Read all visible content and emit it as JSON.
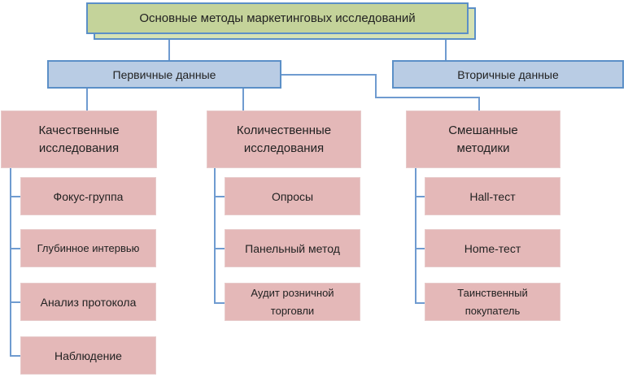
{
  "root": {
    "label": "Основные методы маркетинговых исследований"
  },
  "data_types": [
    {
      "label": "Первичные данные"
    },
    {
      "label": "Вторичные данные"
    }
  ],
  "categories": [
    {
      "label": "Качественные исследования",
      "items": [
        "Фокус-группа",
        "Глубинное интервью",
        "Анализ протокола",
        "Наблюдение"
      ]
    },
    {
      "label": "Количественные исследования",
      "items": [
        "Опросы",
        "Панельный метод",
        "Аудит розничной торговли"
      ]
    },
    {
      "label": "Смешанные методики",
      "items": [
        "Hall-тест",
        "Home-тест",
        "Таинственный покупатель"
      ]
    }
  ],
  "colors": {
    "root_fill": "#c4d39a",
    "type_fill": "#b9cce4",
    "method_fill": "#e4b8b8",
    "connector": "#6f9bd0"
  }
}
